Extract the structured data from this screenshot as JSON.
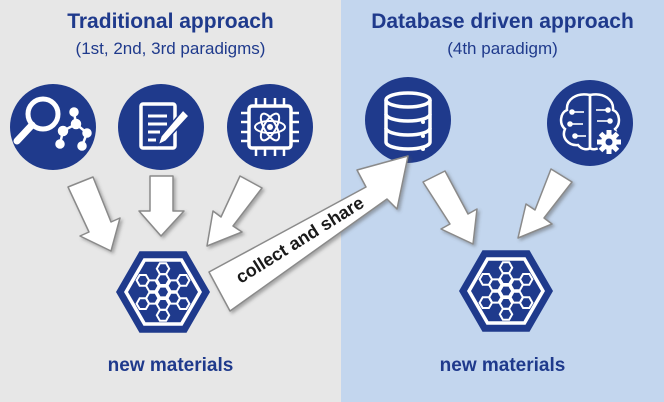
{
  "left_panel": {
    "title": "Traditional approach",
    "subtitle": "(1st, 2nd, 3rd paradigms)",
    "footer": "new materials",
    "icons": [
      "magnifier-molecule-icon",
      "document-pencil-icon",
      "chip-atom-icon"
    ]
  },
  "right_panel": {
    "title": "Database driven approach",
    "subtitle": "(4th paradigm)",
    "footer": "new materials",
    "icons": [
      "database-icon",
      "brain-gear-icon"
    ]
  },
  "center_arrow": {
    "label": "collect and share"
  },
  "colors": {
    "navy": "#1f3a8c",
    "left_bg": "#e7e7e7",
    "right_bg": "#c3d6ee"
  }
}
